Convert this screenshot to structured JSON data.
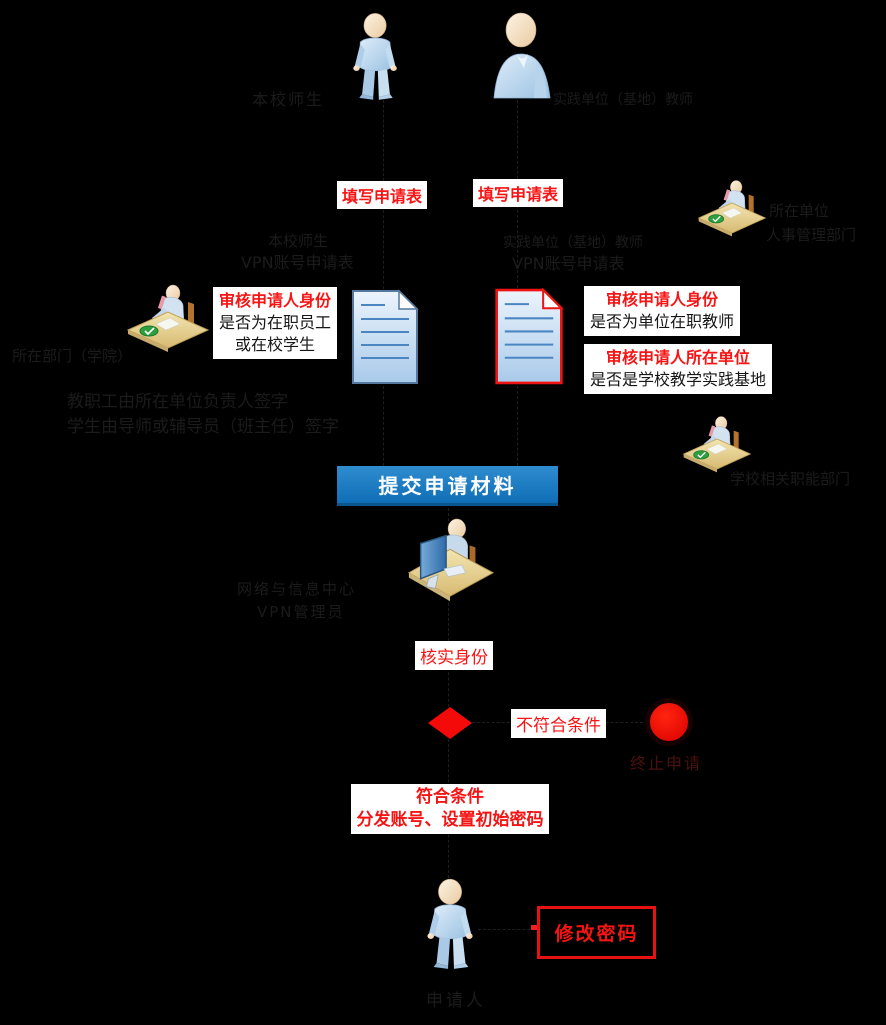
{
  "colors": {
    "background": "#000000",
    "red": "#f81414",
    "banner_blue": "#1478be",
    "white": "#ffffff"
  },
  "actors": {
    "applicant_left": "本校师生",
    "applicant_right": "实践单位（基地）教师",
    "final_user": "申请人"
  },
  "reviewers": {
    "left_department": "所在部门（学院）",
    "right_unit_line1": "所在单位",
    "right_unit_line2": "人事管理部门",
    "school_department": "学校相关职能部门",
    "verifier_line1": "网络与信息中心",
    "verifier_line2": "VPN管理员"
  },
  "documents": {
    "left_line1": "本校师生",
    "left_line2": "VPN账号申请表",
    "right_line1": "实践单位（基地）教师",
    "right_line2": "VPN账号申请表"
  },
  "steps": {
    "fill_form_left": "填写申请表",
    "fill_form_right": "填写申请表",
    "submit_materials": "提交申请材料",
    "verify_identity": "核实身份",
    "not_qualified": "不符合条件",
    "qualified_line1": "符合条件",
    "qualified_line2": "分发账号、设置初始密码",
    "change_password": "修改密码",
    "terminate": "终止申请"
  },
  "reviews": {
    "left_title": "审核申请人身份",
    "left_line2": "是否为在职员工",
    "left_line3": "或在校学生",
    "right1_title": "审核申请人身份",
    "right1_line2": "是否为单位在职教师",
    "right2_title": "审核申请人所在单位",
    "right2_line2": "是否是学校教学实践基地"
  },
  "notes": {
    "sign_line1": "教职工由所在单位负责人签字",
    "sign_line2": "学生由导师或辅导员（班主任）签字"
  }
}
